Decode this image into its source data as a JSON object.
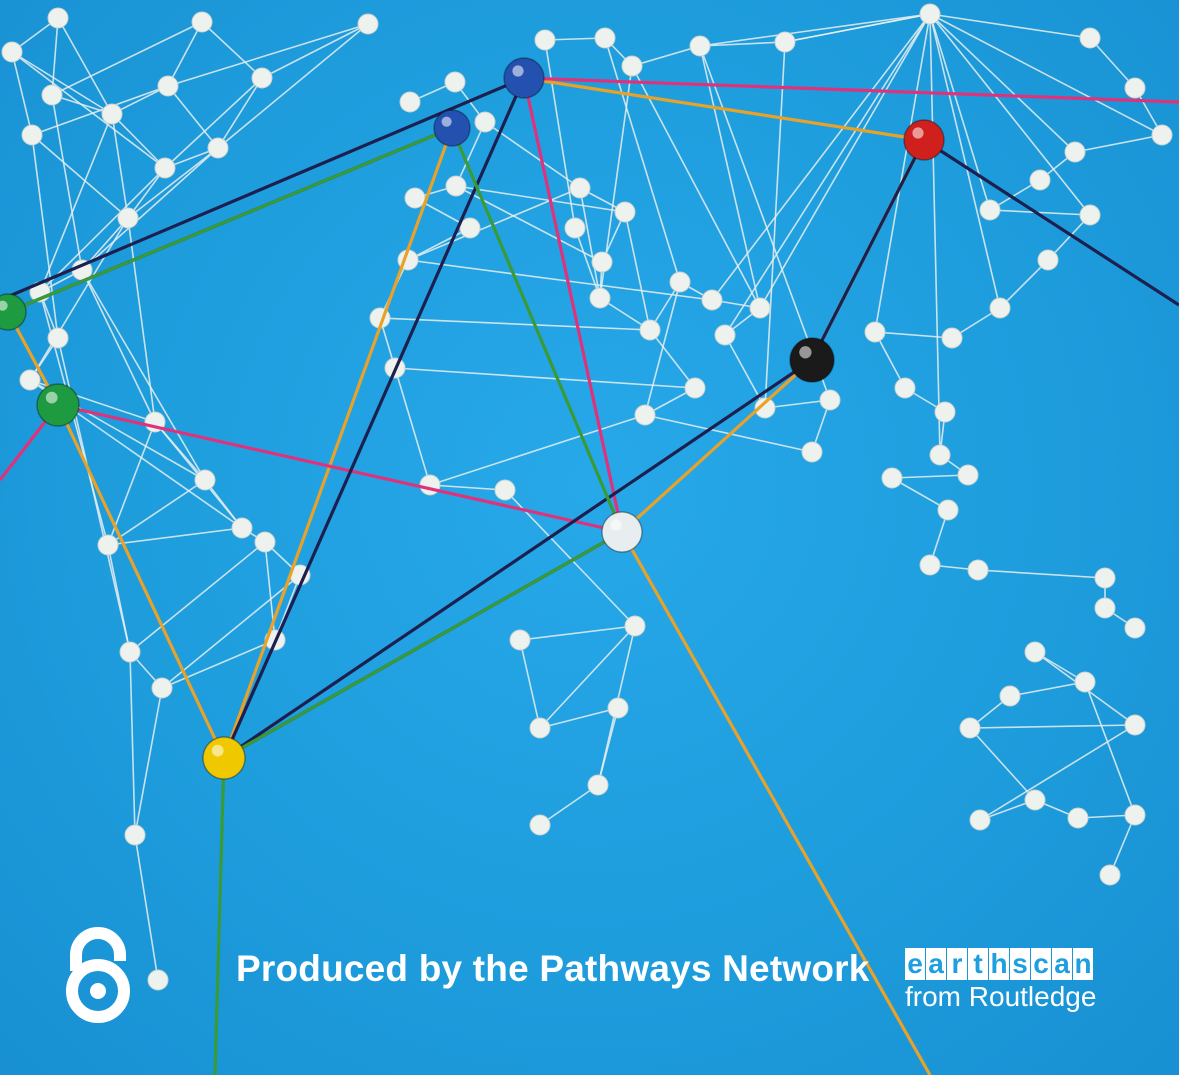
{
  "cover": {
    "caption": "Produced by the Pathways Network",
    "publisher_wordmark": "earthscan",
    "publisher_imprint": "from Routledge",
    "open_access_icon": "open-access-icon",
    "colors": {
      "background": "#1f9fe0",
      "string_white": "#e8eef0",
      "string_orange": "#e8a22a",
      "string_pink": "#e0327a",
      "string_navy": "#1d1f4f",
      "string_green": "#3a9a35",
      "pin_blue": "#2451b0",
      "pin_red": "#d0201e",
      "pin_green": "#1e9a40",
      "pin_yellow": "#f0c800",
      "pin_black": "#1a1a1a"
    }
  }
}
